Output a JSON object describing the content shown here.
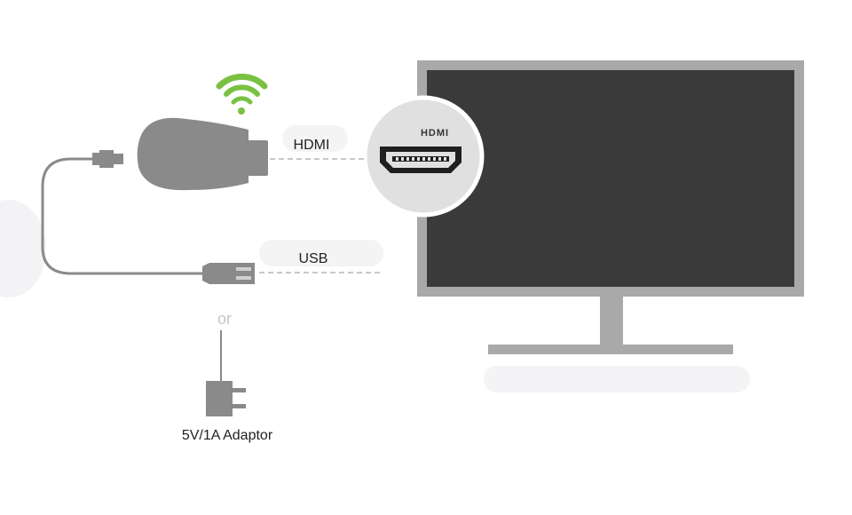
{
  "labels": {
    "hdmi": "HDMI",
    "usb": "USB",
    "or": "or",
    "adaptor": "5V/1A Adaptor",
    "hdmi_logo": "HDMI"
  },
  "icons": {
    "wifi": "wifi-icon",
    "dongle": "dongle-icon",
    "hdmi_port": "hdmi-port-icon",
    "usb_plug": "usb-plug-icon",
    "micro_usb_plug": "micro-usb-plug-icon",
    "adaptor": "power-adaptor-icon",
    "tv": "tv-icon"
  },
  "colors": {
    "wifi": "#7ac143",
    "device_gray": "#8a8a8a",
    "tv_frame": "#a9a9a9",
    "tv_screen": "#3a3a3a",
    "dash_line": "#c8c8c8",
    "label_bg": "#f4f4f5",
    "text": "#222222"
  }
}
